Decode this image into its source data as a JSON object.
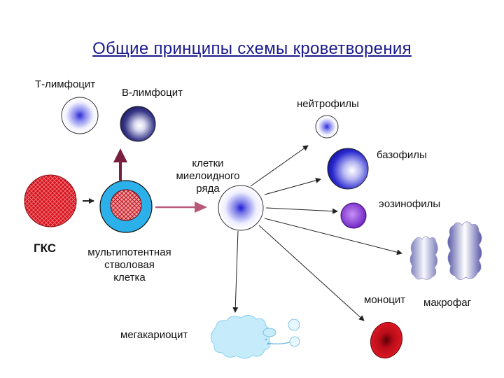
{
  "title": "Общие принципы схемы кроветворения",
  "labels": {
    "t_lymphocyte": "Т-лимфоцит",
    "b_lymphocyte": "В-лимфоцит",
    "neutrophils": "нейтрофилы",
    "basophils": "базофилы",
    "eosinophils": "эозинофилы",
    "myeloid_line1": "клетки",
    "myeloid_line2": "миелоидного",
    "myeloid_line3": "ряда",
    "gks": "ГКС",
    "stem_line1": "мультипотентная",
    "stem_line2": "стволовая",
    "stem_line3": "клетка",
    "monocyte": "моноцит",
    "macrophage": "макрофаг",
    "megakaryocyte": "мегакариоцит"
  },
  "colors": {
    "title": "#1a1a8c",
    "arrow_up": "#7a1f3d",
    "arrow_thin": "#222222",
    "arrow_pink": "#b85a7a",
    "gks_red": "#d8121c",
    "stem_ring": "#2bb0ea",
    "eosinophil": "#8a3ad8",
    "megakaryocyte": "#c6ecfb"
  }
}
